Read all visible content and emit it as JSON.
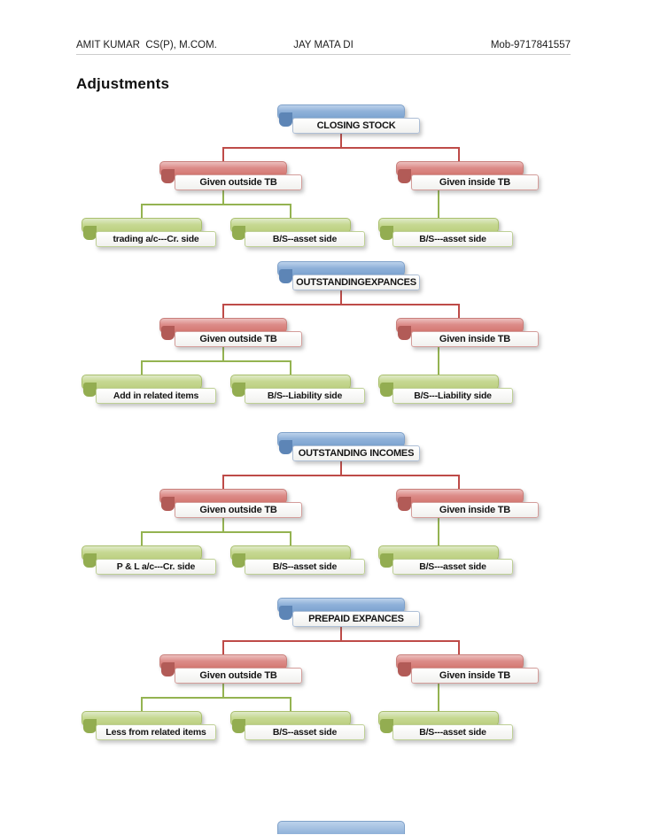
{
  "header": {
    "left": "AMIT KUMAR  CS(P), M.COM.",
    "center": "JAY MATA DI",
    "right": "Mob-9717841557"
  },
  "title": "Adjustments",
  "colors": {
    "level1_blue": "#7ba3d0",
    "level2_red": "#d4766f",
    "level3_green": "#bcd07f",
    "connector_red": "#be4b48",
    "connector_green": "#94b351",
    "label_background": "#ffffff",
    "text": "#151515"
  },
  "diagrams": [
    {
      "root": "CLOSING STOCK",
      "branches": [
        "Given outside TB",
        "Given inside TB"
      ],
      "leaves": [
        "trading a/c---Cr. side",
        "B/S--asset side",
        "B/S---asset side"
      ]
    },
    {
      "root": "OUTSTANDINGEXPANCES",
      "branches": [
        "Given outside TB",
        "Given inside TB"
      ],
      "leaves": [
        "Add in related items",
        "B/S--Liability side",
        "B/S---Liability side"
      ]
    },
    {
      "root": "OUTSTANDING INCOMES",
      "branches": [
        "Given outside TB",
        "Given inside TB"
      ],
      "leaves": [
        "P & L a/c---Cr. side",
        "B/S--asset side",
        "B/S---asset side"
      ]
    },
    {
      "root": "PREPAID EXPANCES",
      "branches": [
        "Given outside TB",
        "Given inside TB"
      ],
      "leaves": [
        "Less from related items",
        "B/S--asset side",
        "B/S---asset side"
      ]
    }
  ]
}
